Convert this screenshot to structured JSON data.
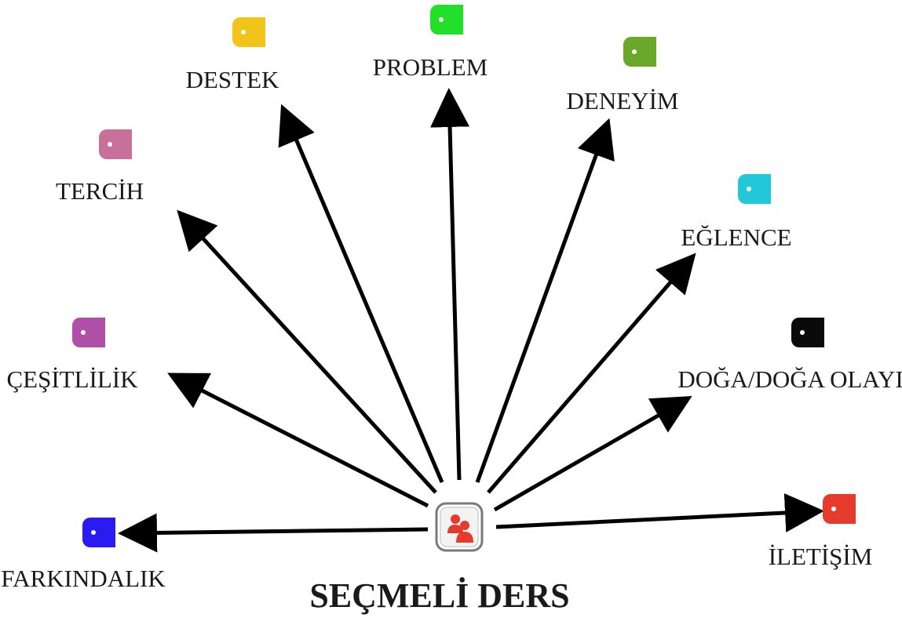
{
  "center": {
    "label": "SEÇMELİ DERS",
    "icon": "user-group-icon",
    "icon_color": "#e53b2c"
  },
  "nodes": [
    {
      "id": "farkindalik",
      "label": "FARKINDALIK",
      "color": "#2a1cf0"
    },
    {
      "id": "cesitlilik",
      "label": "ÇEŞİTLİLİK",
      "color": "#b04fa8"
    },
    {
      "id": "tercih",
      "label": "TERCİH",
      "color": "#c86f9a"
    },
    {
      "id": "destek",
      "label": "DESTEK",
      "color": "#f0c419"
    },
    {
      "id": "problem",
      "label": "PROBLEM",
      "color": "#22e02a"
    },
    {
      "id": "deneyim",
      "label": "DENEYİM",
      "color": "#6aa82a"
    },
    {
      "id": "eglence",
      "label": "EĞLENCE",
      "color": "#22c8d8"
    },
    {
      "id": "doga",
      "label": "DOĞA/DOĞA OLAYI",
      "color": "#0a0a0a"
    },
    {
      "id": "iletisim",
      "label": "İLETİŞİM",
      "color": "#e53b2c"
    }
  ]
}
